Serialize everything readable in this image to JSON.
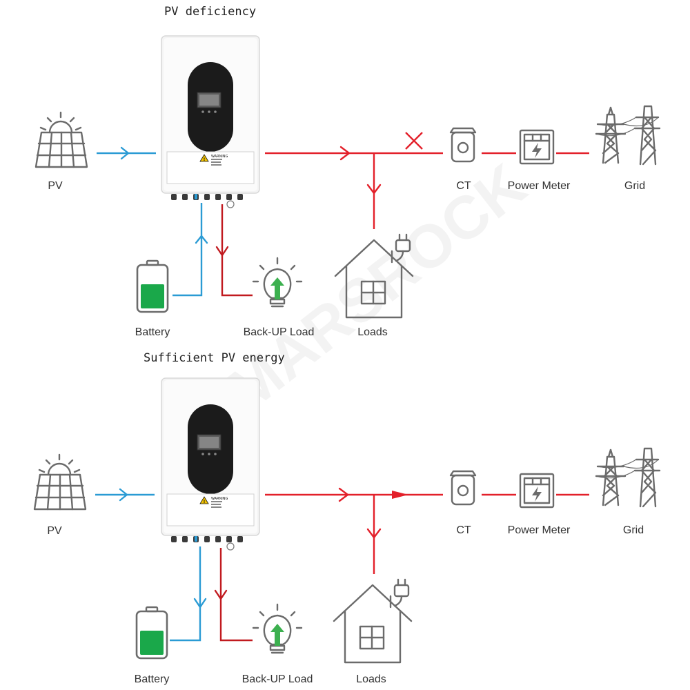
{
  "watermark": "MARSROCK",
  "panels": [
    {
      "title": "PV deficiency",
      "labels": {
        "pv": "PV",
        "battery": "Battery",
        "backup": "Back-UP Load",
        "loads": "Loads",
        "ct": "CT",
        "meter": "Power Meter",
        "grid": "Grid"
      },
      "grid_link": "blocked",
      "battery_flow": "discharging"
    },
    {
      "title": "Sufficient PV energy",
      "labels": {
        "pv": "PV",
        "battery": "Battery",
        "backup": "Back-UP Load",
        "loads": "Loads",
        "ct": "CT",
        "meter": "Power Meter",
        "grid": "Grid"
      },
      "grid_link": "exporting",
      "battery_flow": "charging"
    }
  ],
  "inverter": {
    "warning_text": "WARNING"
  },
  "colors": {
    "ac_flow": "#e3202a",
    "backup_flow": "#c11a1f",
    "dc_flow": "#2a9bd4",
    "icon": "#6b6b6b",
    "battery_fill": "#1aa84a",
    "bulb_arrow": "#3cb04f",
    "inverter_screen": "#1b1b1b"
  }
}
